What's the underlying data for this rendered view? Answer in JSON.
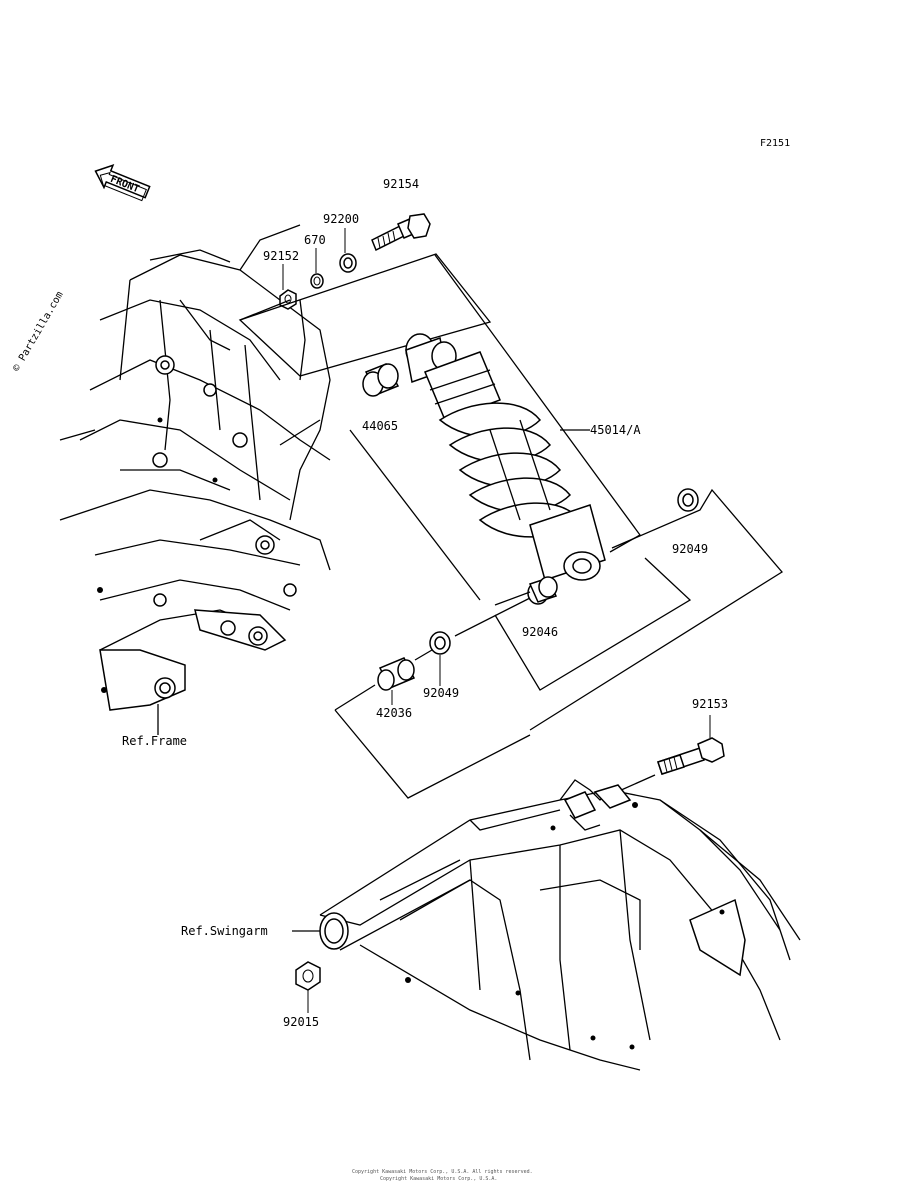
{
  "diagram_code": "F2151",
  "watermark": "© Partzilla.com",
  "front_arrow_text": "FRONT",
  "part_numbers": {
    "p92154": "92154",
    "p92200": "92200",
    "p670": "670",
    "p92152": "92152",
    "p44065": "44065",
    "p45014": "45014/A",
    "p92049_right": "92049",
    "p92046": "92046",
    "p92049_left": "92049",
    "p42036": "42036",
    "p92153": "92153",
    "p92015": "92015"
  },
  "references": {
    "frame": "Ref.Frame",
    "swingarm": "Ref.Swingarm"
  },
  "copyright_line1": "Copyright Kawasaki Motors Corp., U.S.A. All rights reserved.",
  "copyright_line2": "Copyright Kawasaki Motors Corp., U.S.A."
}
